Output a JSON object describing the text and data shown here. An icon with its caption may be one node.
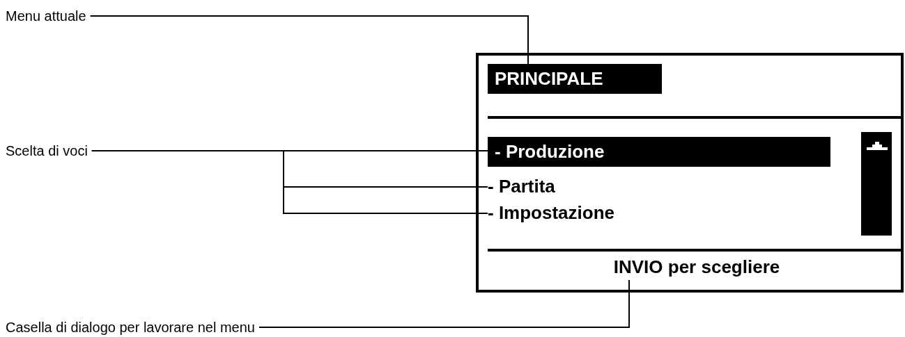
{
  "diagram": {
    "nodes": [
      {
        "text": [
          "Menu attuale"
        ]
      },
      {
        "text": [
          "Scelta di voci"
        ]
      },
      {
        "text": [
          "Casella di dialogo per lavorare nel menu"
        ]
      },
      {
        "text": [],
        "shape": "box"
      },
      {
        "text": [
          "PRINCIPALE"
        ],
        "in": 3
      },
      {
        "text": [
          "- Produzione"
        ],
        "in": 3
      },
      {
        "text": [
          "- Partita"
        ],
        "in": 3
      },
      {
        "text": [
          "- Impostazione"
        ],
        "in": 3
      },
      {
        "text": [
          "INVIO per scegliere"
        ],
        "in": 3
      }
    ],
    "edges": [
      {
        "from": 0,
        "to": 4,
        "arrow": "none"
      },
      {
        "from": 1,
        "to": 5,
        "arrow": "none"
      },
      {
        "from": 1,
        "to": 6,
        "arrow": "none"
      },
      {
        "from": 1,
        "to": 7,
        "arrow": "none"
      },
      {
        "from": 2,
        "to": 8,
        "arrow": "none"
      }
    ]
  }
}
